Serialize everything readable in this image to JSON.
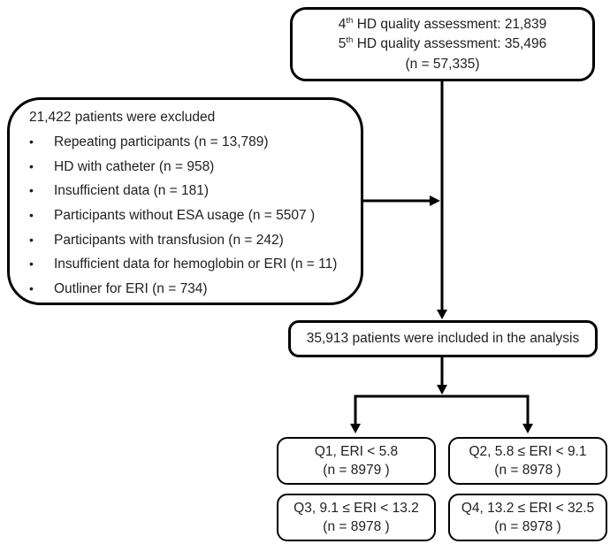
{
  "flow": {
    "top_box": {
      "line1": {
        "num": "4",
        "sup": "th",
        "rest": " HD quality assessment: 21,839"
      },
      "line2": {
        "num": "5",
        "sup": "th",
        "rest": " HD quality assessment: 35,496"
      },
      "line3": "(n = 57,335)"
    },
    "excluded_box": {
      "title": "21,422 patients were excluded",
      "bullet": "•",
      "items": [
        "Repeating participants (n = 13,789)",
        "HD with catheter (n = 958)",
        "Insufficient data (n = 181)",
        "Participants without ESA usage (n = 5507 )",
        "Participants with transfusion (n = 242)",
        "Insufficient data for hemoglobin or ERI (n = 11)",
        "Outliner for ERI (n = 734)"
      ]
    },
    "included_box": {
      "text": "35,913 patients were included in the analysis"
    },
    "quartile_boxes": [
      {
        "label": "Q1, ERI < 5.8",
        "n": "(n = 8979 )"
      },
      {
        "label": "Q2, 5.8 ≤ ERI < 9.1",
        "n": "(n = 8978 )"
      },
      {
        "label": "Q3, 9.1 ≤ ERI < 13.2",
        "n": "(n = 8978 )"
      },
      {
        "label": "Q4, 13.2 ≤ ERI < 32.5",
        "n": "(n = 8978 )"
      }
    ],
    "colors": {
      "line": "#000000",
      "border": "#000000",
      "background": "#ffffff",
      "text": "#1f1f1f"
    }
  }
}
